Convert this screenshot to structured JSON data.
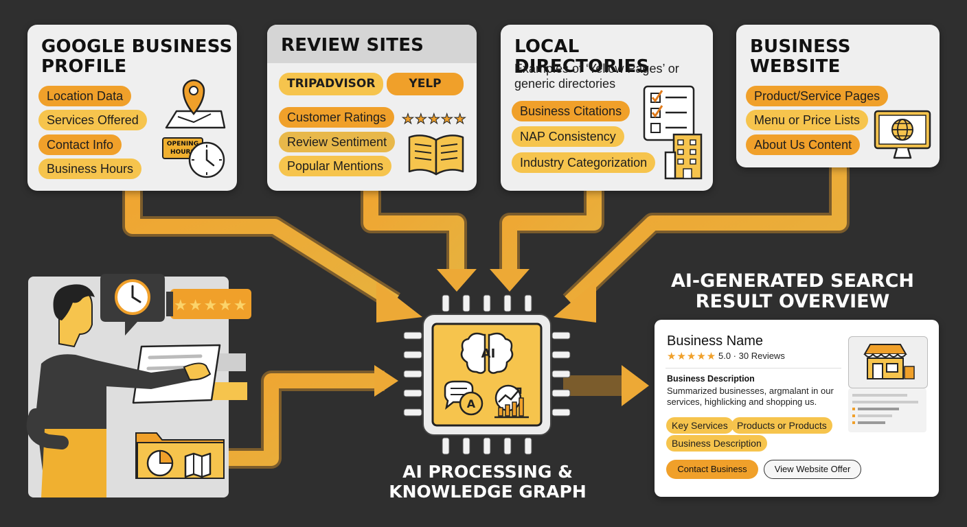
{
  "cards": {
    "google": {
      "title_line1": "GOOGLE BUSINESS",
      "title_line2": "PROFILE",
      "items": [
        "Location Data",
        "Services Offered",
        "Contact Info",
        "Business Hours"
      ],
      "sign_line1": "OPENING",
      "sign_line2": "HOURS"
    },
    "reviews": {
      "title": "REVIEW SITES",
      "badges": [
        "TRIPADVISOR",
        "YELP"
      ],
      "items": [
        "Customer Ratings",
        "Review Sentiment",
        "Popular Mentions"
      ],
      "stars": "★★★★★"
    },
    "directories": {
      "title": "LOCAL DIRECTORIES",
      "subtitle_line1": "Examples of ‘Yellow Pages’ or",
      "subtitle_line2": "generic directories",
      "items": [
        "Business Citations",
        "NAP Consistency",
        "Industry Categorization"
      ]
    },
    "website": {
      "title_line1": "BUSINESS",
      "title_line2": "WEBSITE",
      "items": [
        "Product/Service Pages",
        "Menu or Price Lists",
        "About Us Content"
      ]
    }
  },
  "person": {
    "stars": "★★★★★"
  },
  "processor": {
    "brain_label": "AI",
    "chat_label": "A",
    "title_line1": "AI PROCESSING &",
    "title_line2": "KNOWLEDGE GRAPH"
  },
  "result": {
    "heading_line1": "AI-GENERATED SEARCH",
    "heading_line2": "RESULT OVERVIEW",
    "business_name": "Business Name",
    "stars": "★★★★★",
    "rating": "5.0 · 30 Reviews",
    "description_label": "Business Description",
    "description_line1": "Summarized businesses, argmalant in our",
    "description_line2": "services, highlicking and shopping us.",
    "tags": [
      "Key Services",
      "Products or Products",
      "Business Description"
    ],
    "buttons": {
      "contact": "Contact Business",
      "website": "View Website Offer"
    }
  },
  "colors": {
    "background": "#2f2f2f",
    "card": "#efefef",
    "orange": "#f0a02a",
    "yellow": "#f6c44d",
    "arrow": "#e8a63a"
  },
  "icons": [
    "map-pin-icon",
    "clock-icon",
    "open-book-icon",
    "checklist-icon",
    "building-icon",
    "globe-monitor-icon",
    "brain-icon",
    "chat-icon",
    "growth-chart-icon",
    "storefront-icon",
    "pie-chart-icon",
    "map-icon"
  ]
}
